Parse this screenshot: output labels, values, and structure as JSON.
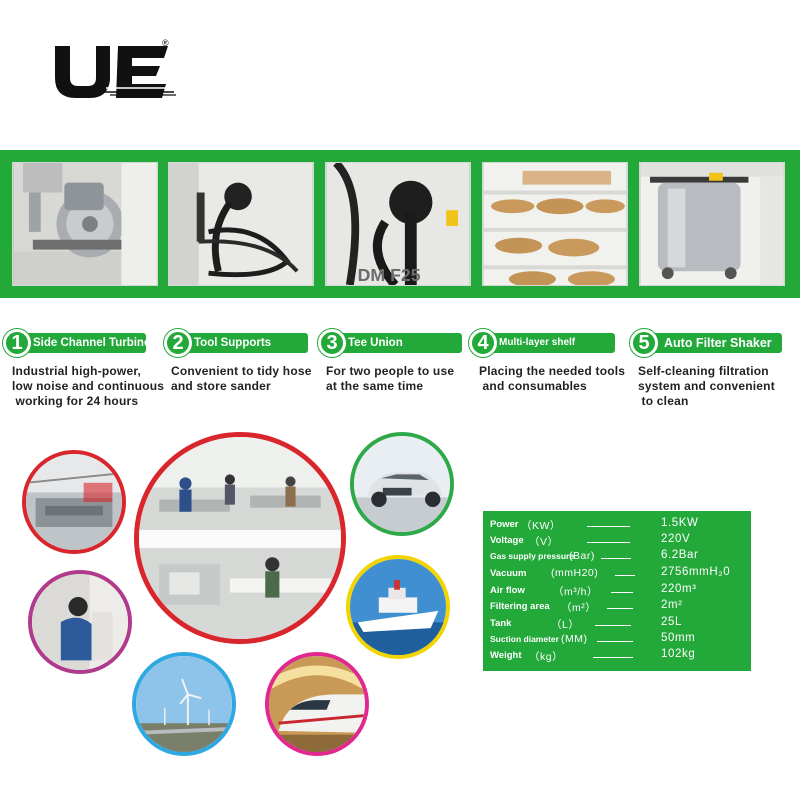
{
  "brand": {
    "logo_text": "UE",
    "registered_mark": "®",
    "green": "#23a83a"
  },
  "features": [
    {
      "number": "1",
      "title": "Side Channel Turbine",
      "description": [
        "Industrial high-power,",
        "low noise and continuous",
        " working for 24 hours"
      ]
    },
    {
      "number": "2",
      "title": "Tool Supports",
      "description": [
        "Convenient to tidy hose",
        "and store sander"
      ]
    },
    {
      "number": "3",
      "title": "Tee Union",
      "description": [
        "For two people to use",
        "at the same time"
      ]
    },
    {
      "number": "4",
      "title": "Multi-layer shelf",
      "description": [
        "Placing the needed tools",
        " and consumables"
      ]
    },
    {
      "number": "5",
      "title": "Auto Filter Shaker",
      "description": [
        "Self-cleaning filtration",
        "system and convenient",
        " to clean"
      ]
    }
  ],
  "photos": [
    {
      "icon": "turbine-photo",
      "overlay_text": ""
    },
    {
      "icon": "tool-support-photo",
      "overlay_text": ""
    },
    {
      "icon": "tee-union-photo",
      "overlay_text": "DM  F25"
    },
    {
      "icon": "shelf-photo",
      "overlay_text": ""
    },
    {
      "icon": "filter-tank-photo",
      "overlay_text": ""
    }
  ],
  "applications": [
    {
      "icon": "factory-photo",
      "border": "#d9262c"
    },
    {
      "icon": "workshop-photo",
      "border": "#d9262c"
    },
    {
      "icon": "car-photo",
      "border": "#2fa84a"
    },
    {
      "icon": "worker-photo",
      "border": "#b03a8c"
    },
    {
      "icon": "ship-photo",
      "border": "#f2d400"
    },
    {
      "icon": "wind-turbine-photo",
      "border": "#2ea8e0"
    },
    {
      "icon": "train-photo",
      "border": "#e0288e"
    }
  ],
  "specs": [
    {
      "label": "Power",
      "unit": "（KW）",
      "value": "1.5KW"
    },
    {
      "label": "Voltage",
      "unit": "（V）",
      "value": "220V"
    },
    {
      "label": "Gas supply pressure",
      "unit": "(Bar)",
      "value": "6.2Bar"
    },
    {
      "label": "Vacuum",
      "unit": "(mmH20)",
      "value": "2756mmH₂0"
    },
    {
      "label": "Air flow",
      "unit": "（m³/h）",
      "value": "220m³"
    },
    {
      "label": "Filtering area",
      "unit": "（m²）",
      "value": "2m²"
    },
    {
      "label": "Tank",
      "unit": "（L）",
      "value": "25L"
    },
    {
      "label": "Suction diameter",
      "unit": "(MM)",
      "value": "50mm"
    },
    {
      "label": "Weight",
      "unit": "（kg）",
      "value": "102kg"
    }
  ]
}
